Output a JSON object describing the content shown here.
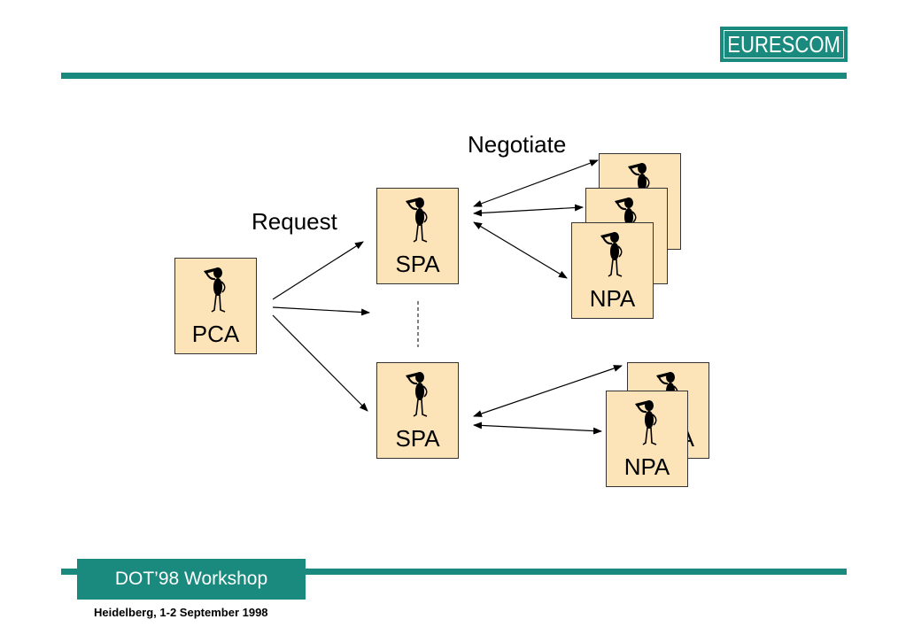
{
  "header": {
    "logo_text": "EURESCOM"
  },
  "footer": {
    "workshop": "DOT’98 Workshop",
    "venue": "Heidelberg, 1-2 September 1998"
  },
  "diagram": {
    "request_label": "Request",
    "negotiate_label": "Negotiate",
    "pca_label": "PCA",
    "spa_top_label": "SPA",
    "spa_bottom_label": "SPA",
    "npa_top_label": "NPA",
    "npa_bottom_label": "NPA",
    "npa_bottom_peek": "A",
    "box_fill": "#fde3b8",
    "accent": "#1b8a7e"
  }
}
